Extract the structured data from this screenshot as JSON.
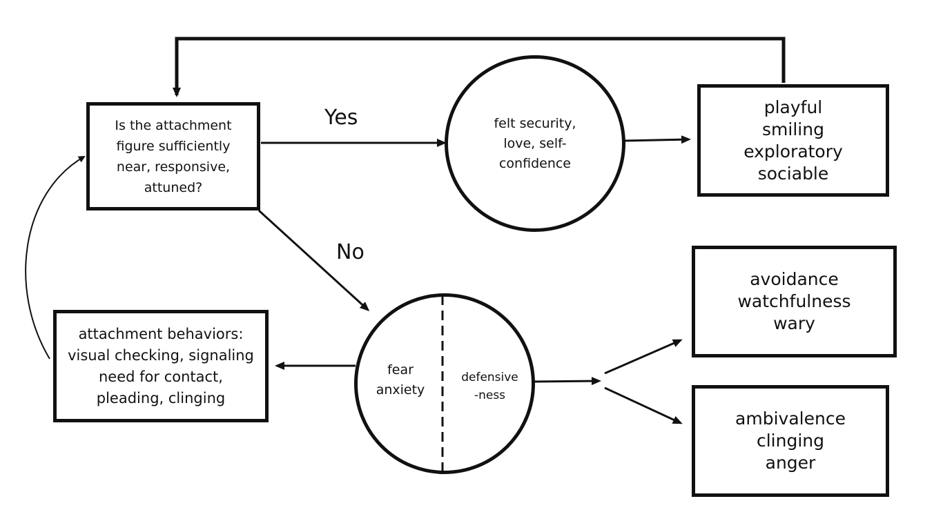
{
  "question_box": {
    "lines": [
      "Is the attachment",
      "figure sufficiently",
      "near, responsive,",
      "attuned?"
    ]
  },
  "edge_labels": {
    "yes": "Yes",
    "no": "No"
  },
  "security_circle": {
    "lines": [
      "felt security,",
      "love, self-",
      "confidence"
    ]
  },
  "secure_outcome_box": {
    "lines": [
      "playful",
      "smiling",
      "exploratory",
      "sociable"
    ]
  },
  "fear_circle": {
    "left_lines": [
      "fear",
      "anxiety"
    ],
    "right_lines": [
      "defensive",
      "-ness"
    ]
  },
  "behaviors_box": {
    "lines": [
      "attachment behaviors:",
      "visual checking, signaling",
      "need for contact,",
      "pleading, clinging"
    ]
  },
  "avoidant_box": {
    "lines": [
      "avoidance",
      "watchfulness",
      "wary"
    ]
  },
  "ambivalent_box": {
    "lines": [
      "ambivalence",
      "clinging",
      "anger"
    ]
  }
}
